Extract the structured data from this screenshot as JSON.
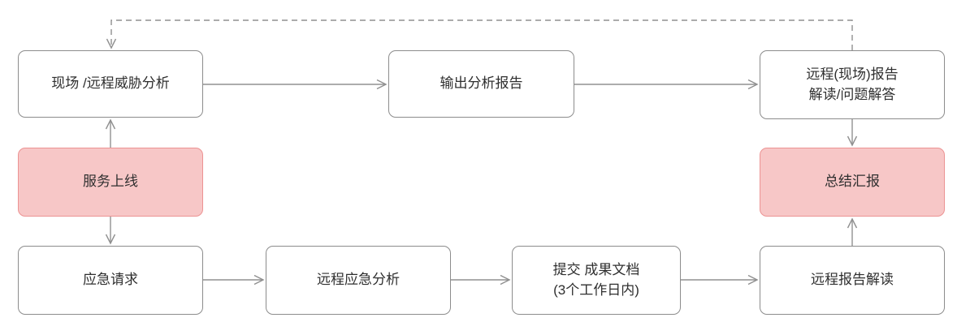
{
  "diagram": {
    "type": "flowchart",
    "colors": {
      "node_border": "#8c8c8c",
      "node_fill": "#ffffff",
      "highlight_fill": "#f7c7c7",
      "highlight_border": "#ec9393",
      "connector": "#909090",
      "text": "#2f2f2f",
      "background": "#ffffff"
    },
    "nodes": {
      "threat_analysis": {
        "label": "现场 /远程威胁分析",
        "highlighted": false
      },
      "output_report": {
        "label": "输出分析报告",
        "highlighted": false
      },
      "report_interpretation_qa": {
        "label": "远程(现场)报告\n解读/问题解答",
        "highlighted": false
      },
      "service_online": {
        "label": "服务上线",
        "highlighted": true
      },
      "summary_report": {
        "label": "总结汇报",
        "highlighted": true
      },
      "emergency_request": {
        "label": "应急请求",
        "highlighted": false
      },
      "remote_emergency_analysis": {
        "label": "远程应急分析",
        "highlighted": false
      },
      "submit_deliverables": {
        "label": "提交 成果文档\n(3个工作日内)",
        "highlighted": false
      },
      "remote_report_interpretation": {
        "label": "远程报告解读",
        "highlighted": false
      }
    },
    "edges": [
      {
        "from": "threat_analysis",
        "to": "output_report",
        "style": "solid"
      },
      {
        "from": "output_report",
        "to": "report_interpretation_qa",
        "style": "solid"
      },
      {
        "from": "service_online",
        "to": "threat_analysis",
        "style": "solid"
      },
      {
        "from": "service_online",
        "to": "emergency_request",
        "style": "solid"
      },
      {
        "from": "emergency_request",
        "to": "remote_emergency_analysis",
        "style": "solid"
      },
      {
        "from": "remote_emergency_analysis",
        "to": "submit_deliverables",
        "style": "solid"
      },
      {
        "from": "submit_deliverables",
        "to": "remote_report_interpretation",
        "style": "solid"
      },
      {
        "from": "report_interpretation_qa",
        "to": "summary_report",
        "style": "solid"
      },
      {
        "from": "remote_report_interpretation",
        "to": "summary_report",
        "style": "solid"
      },
      {
        "from": "report_interpretation_qa",
        "to": "threat_analysis",
        "style": "dashed"
      }
    ]
  }
}
